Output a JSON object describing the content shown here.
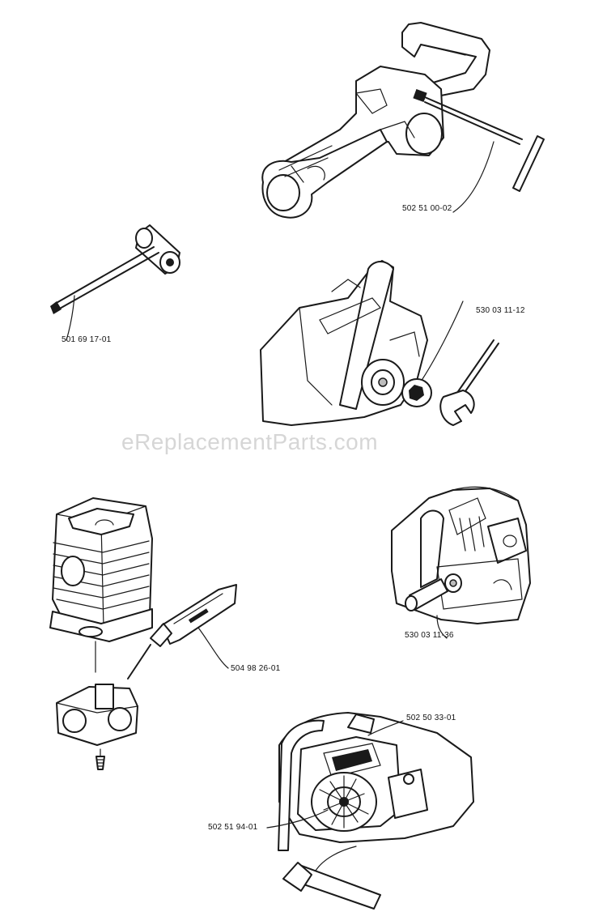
{
  "watermark": "eReplacementParts.com",
  "labels": {
    "l1": "502 51 00-02",
    "l2": "501 69 17-01",
    "l3": "530 03 11-12",
    "l4": "504 98 26-01",
    "l5": "530 03 11-36",
    "l6": "502 50 33-01",
    "l7": "502 51 94-01"
  }
}
